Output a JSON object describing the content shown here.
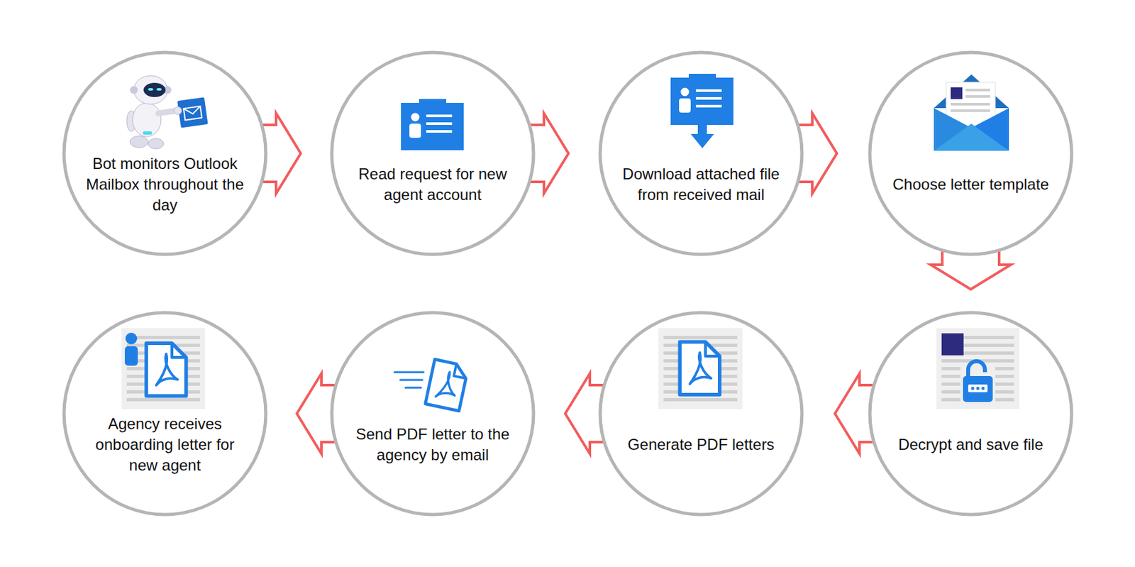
{
  "diagram": {
    "nodes": [
      {
        "text": [
          "Bot monitors Outlook Mailbox throughout the day"
        ]
      },
      {
        "text": [
          "Read request for new agent account"
        ]
      },
      {
        "text": [
          "Download attached file from received mail"
        ]
      },
      {
        "text": [
          "Choose letter template"
        ]
      },
      {
        "text": [
          "Decrypt and save file"
        ]
      },
      {
        "text": [
          "Generate PDF letters"
        ]
      },
      {
        "text": [
          "Send PDF letter to the agency by email"
        ]
      },
      {
        "text": [
          "Agency receives onboarding letter for new agent"
        ]
      }
    ],
    "edges": [
      {
        "from": 0,
        "to": 1,
        "arrow": "to"
      },
      {
        "from": 1,
        "to": 2,
        "arrow": "to"
      },
      {
        "from": 2,
        "to": 3,
        "arrow": "to"
      },
      {
        "from": 3,
        "to": 4,
        "arrow": "to"
      },
      {
        "from": 4,
        "to": 5,
        "arrow": "to"
      },
      {
        "from": 5,
        "to": 6,
        "arrow": "to"
      },
      {
        "from": 6,
        "to": 7,
        "arrow": "to"
      }
    ]
  }
}
